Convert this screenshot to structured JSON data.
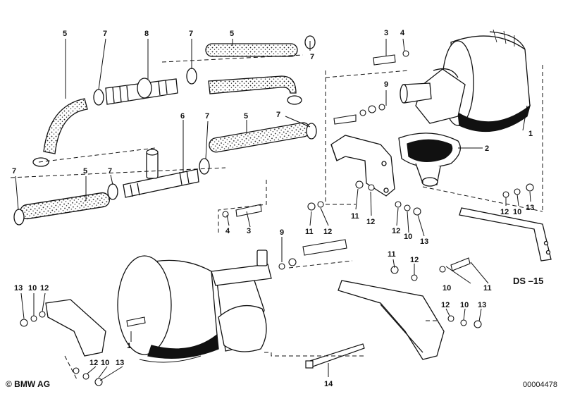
{
  "diagram_id_label": "DS –15",
  "footer": {
    "copyright": "© BMW AG",
    "drawing_number": "00004478"
  },
  "callouts": {
    "c1_a": "1",
    "c1_b": "1",
    "c2": "2",
    "c3_a": "3",
    "c3_b": "3",
    "c4_a": "4",
    "c4_b": "4",
    "c5_a": "5",
    "c5_b": "5",
    "c5_c": "5",
    "c5_d": "5",
    "c6": "6",
    "c7_a": "7",
    "c7_b": "7",
    "c7_c": "7",
    "c7_d": "7",
    "c7_e": "7",
    "c7_f": "7",
    "c7_g": "7",
    "c8": "8",
    "c9_a": "9",
    "c9_b": "9",
    "c10_a": "10",
    "c10_b": "10",
    "c10_c": "10",
    "c10_d": "10",
    "c10_e": "10",
    "c10_f": "10",
    "c11_a": "11",
    "c11_b": "11",
    "c11_c": "11",
    "c11_d": "11",
    "c12_a": "12",
    "c12_b": "12",
    "c12_c": "12",
    "c12_d": "12",
    "c12_e": "12",
    "c12_f": "12",
    "c12_g": "12",
    "c12_h": "12",
    "c13_a": "13",
    "c13_b": "13",
    "c13_c": "13",
    "c13_d": "13",
    "c13_e": "13",
    "c14": "14"
  }
}
